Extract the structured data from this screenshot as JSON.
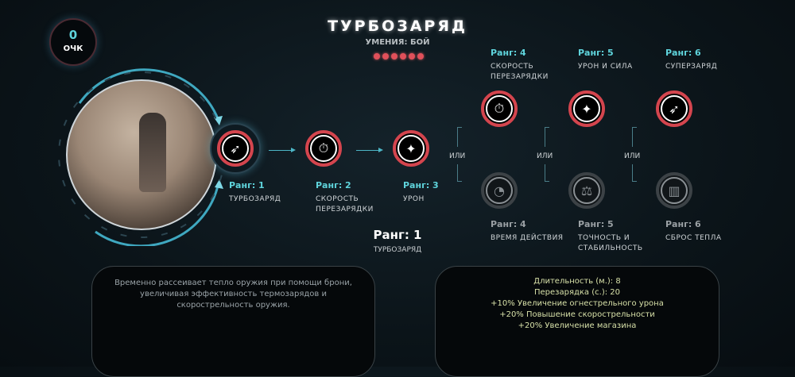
{
  "header": {
    "title": "ТУРБОЗАРЯД",
    "subtitle": "УМЕНИЯ: БОЙ",
    "dots": 6
  },
  "points": {
    "value": "0",
    "label": "ОЧК"
  },
  "or_label": "ИЛИ",
  "nodes": [
    {
      "rank": "Ранг: 1",
      "name": "ТУРБОЗАРЯД",
      "icon": "bullets-icon",
      "active": true
    },
    {
      "rank": "Ранг: 2",
      "name": "СКОРОСТЬ ПЕРЕЗАРЯДКИ",
      "icon": "reload-timer-icon",
      "active": true
    },
    {
      "rank": "Ранг: 3",
      "name": "УРОН",
      "icon": "damage-bird-icon",
      "active": true
    },
    {
      "rank": "Ранг: 4",
      "name": "СКОРОСТЬ ПЕРЕЗАРЯДКИ",
      "icon": "reload-timer-icon",
      "active": true
    },
    {
      "rank": "Ранг: 4",
      "name": "ВРЕМЯ ДЕЙСТВИЯ",
      "icon": "duration-timer-icon",
      "active": false
    },
    {
      "rank": "Ранг: 5",
      "name": "УРОН И СИЛА",
      "icon": "damage-bird-icon",
      "active": true
    },
    {
      "rank": "Ранг: 5",
      "name": "ТОЧНОСТЬ И СТАБИЛЬНОСТЬ",
      "icon": "scales-icon",
      "active": false
    },
    {
      "rank": "Ранг: 6",
      "name": "СУПЕРЗАРЯД",
      "icon": "bullets-plus-icon",
      "active": true
    },
    {
      "rank": "Ранг: 6",
      "name": "СБРОС ТЕПЛА",
      "icon": "heat-sink-icon",
      "active": false
    }
  ],
  "selected": {
    "rank": "Ранг: 1",
    "name": "ТУРБОЗАРЯД"
  },
  "description": "Временно рассеивает тепло оружия при помощи брони, увеличивая эффективность термозарядов и скорострельность оружия.",
  "stats": [
    "Длительность (м.): 8",
    "Перезарядка (с.): 20",
    "+10% Увеличение огнестрельного урона",
    "+20% Повышение скорострельности",
    "+20% Увеличение магазина"
  ],
  "colors": {
    "accent": "#5fd4dc",
    "ring": "#d4454e",
    "stats": "#d7e0a8"
  }
}
